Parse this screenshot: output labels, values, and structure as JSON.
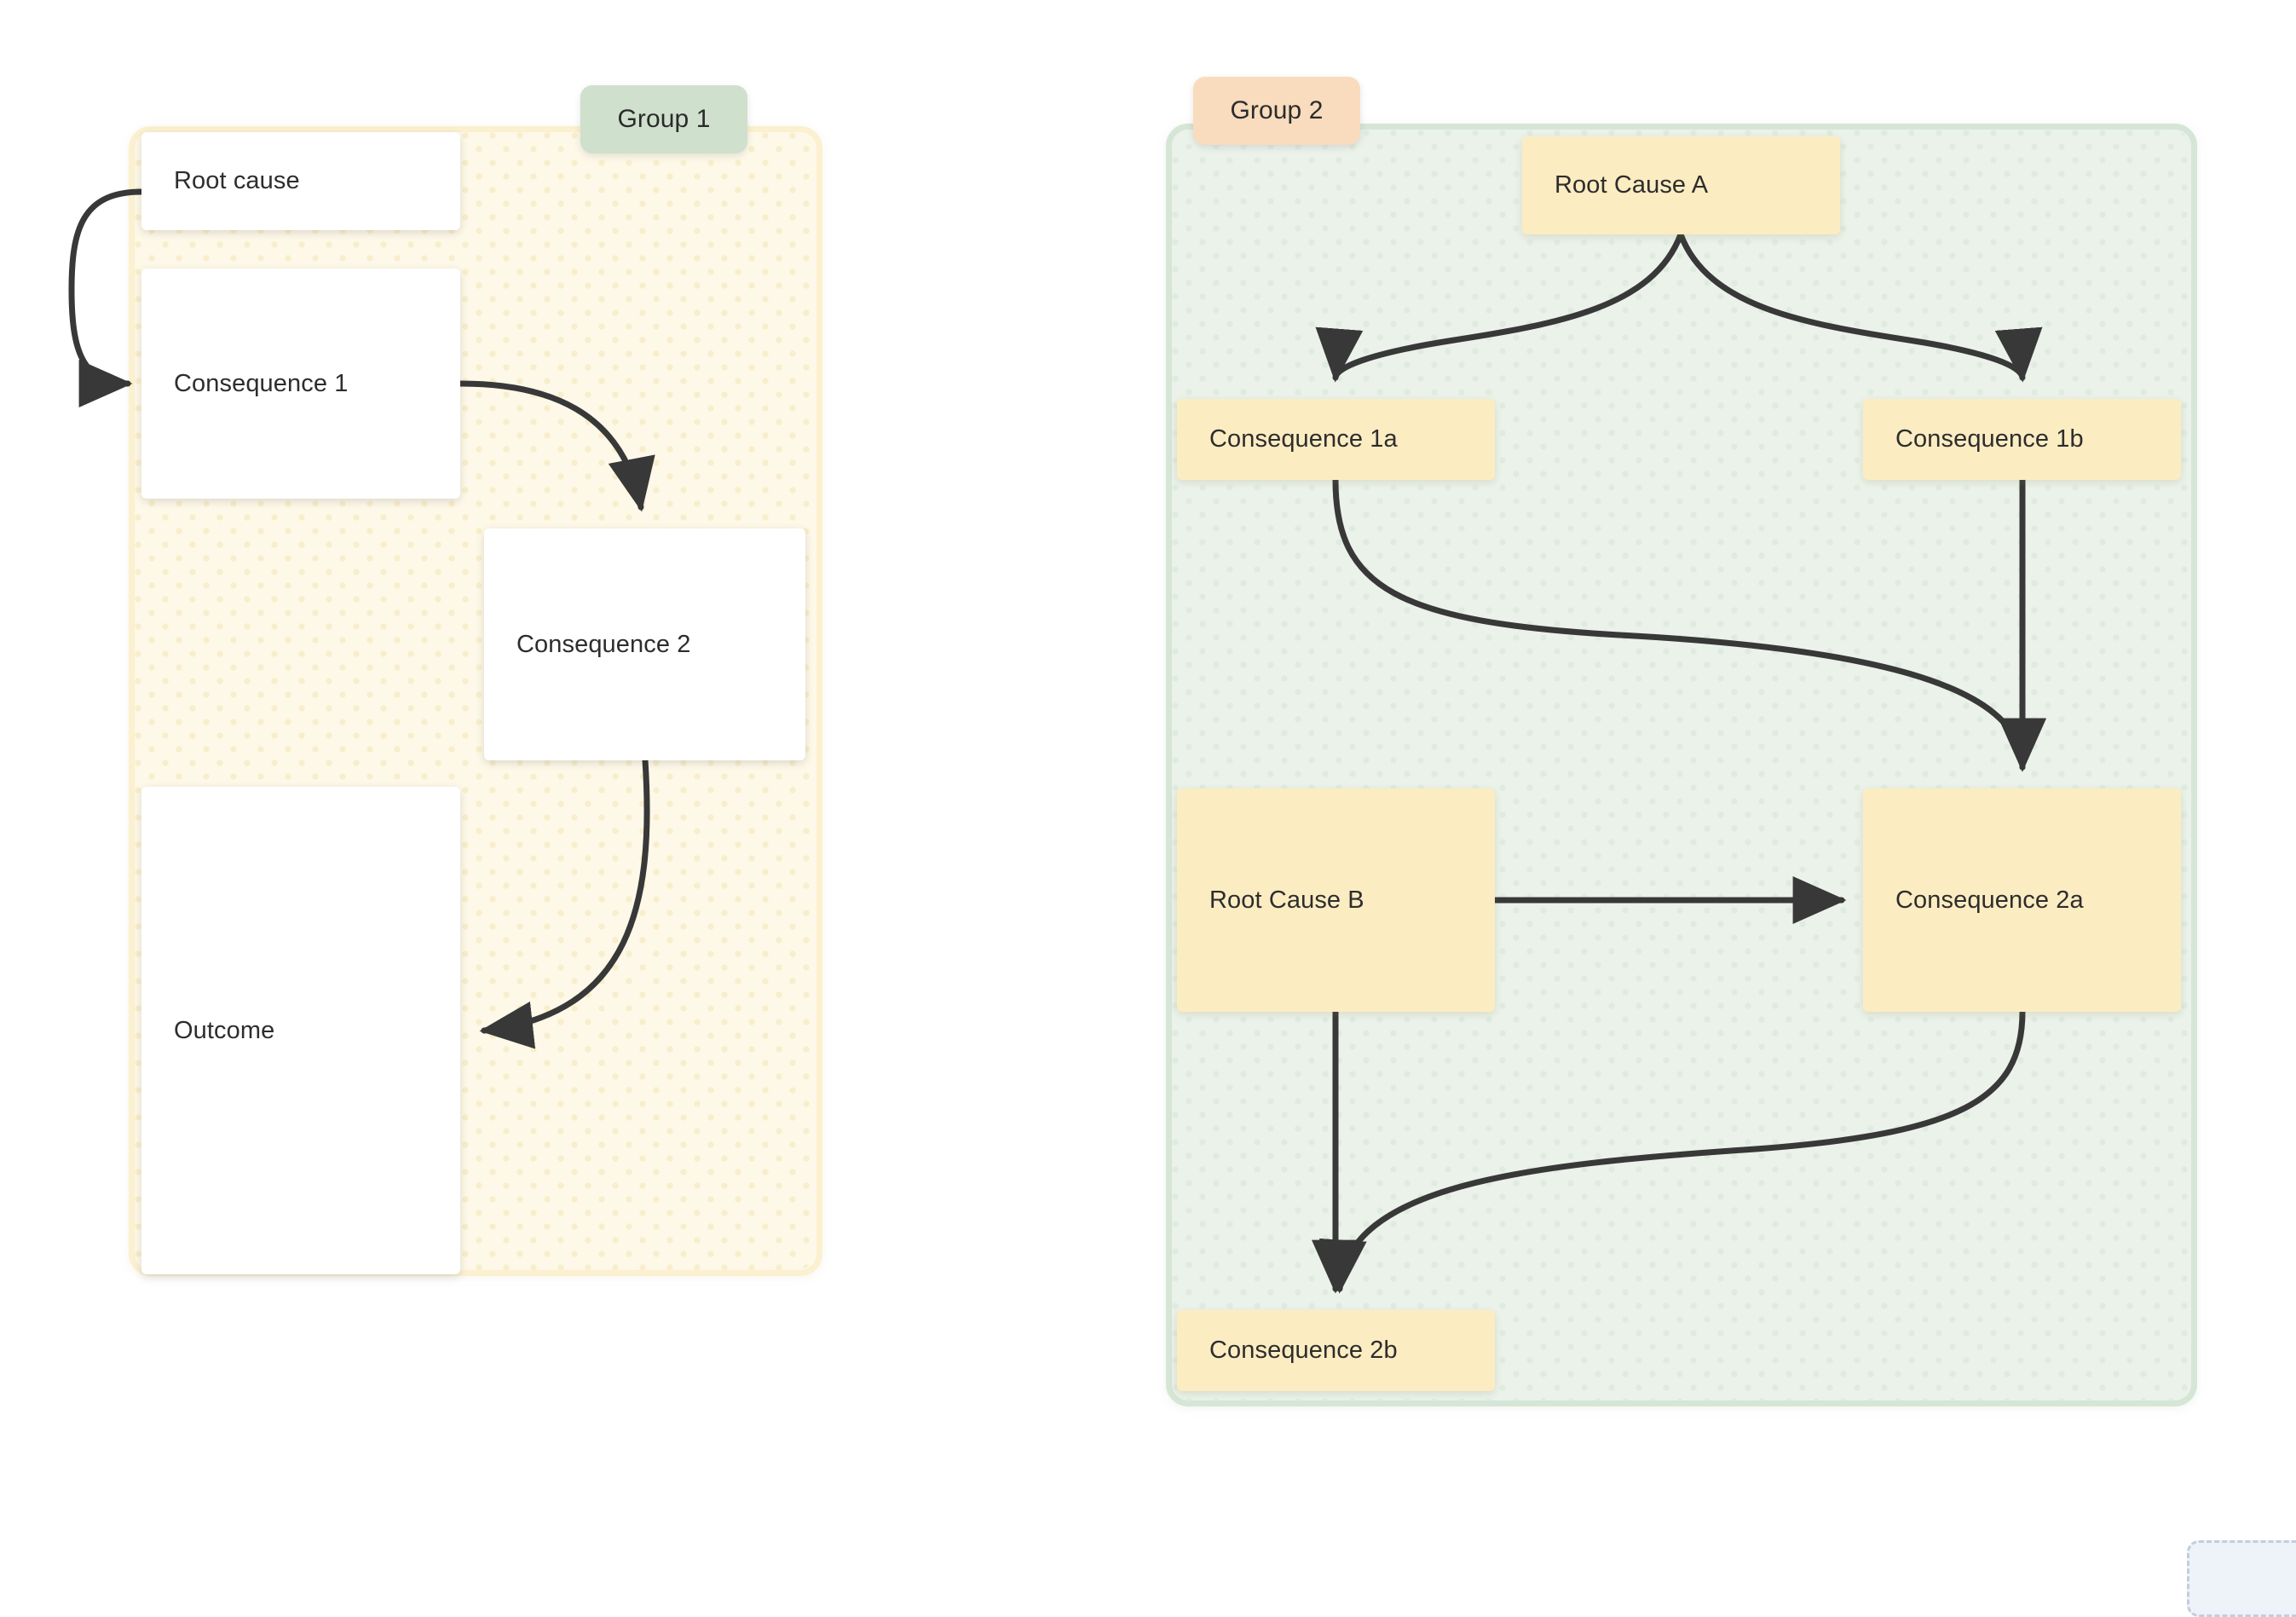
{
  "canvas": {
    "background_color": "#ffffff",
    "edge_color": "#383838",
    "node_text_color": "#2d2d2d"
  },
  "groups": [
    {
      "id": "group1",
      "label": "Group 1",
      "label_color": "#cfe0cd",
      "background_color": "#fdf8e8",
      "border_color": "#fbf0cf"
    },
    {
      "id": "group2",
      "label": "Group 2",
      "label_color": "#f9dcbd",
      "background_color": "#eaf2ea",
      "border_color": "#d6e6d6"
    }
  ],
  "nodes": [
    {
      "id": "root-cause",
      "label": "Root cause",
      "group": "group1",
      "fill": "#ffffff"
    },
    {
      "id": "consequence-1",
      "label": "Consequence 1",
      "group": "group1",
      "fill": "#ffffff"
    },
    {
      "id": "consequence-2",
      "label": "Consequence 2",
      "group": "group1",
      "fill": "#ffffff"
    },
    {
      "id": "outcome",
      "label": "Outcome",
      "group": "group1",
      "fill": "#ffffff"
    },
    {
      "id": "root-cause-a",
      "label": "Root Cause A",
      "group": "group2",
      "fill": "#fcecc2"
    },
    {
      "id": "consequence-1a",
      "label": "Consequence 1a",
      "group": "group2",
      "fill": "#fcecc2"
    },
    {
      "id": "consequence-1b",
      "label": "Consequence 1b",
      "group": "group2",
      "fill": "#fcecc2"
    },
    {
      "id": "root-cause-b",
      "label": "Root Cause B",
      "group": "group2",
      "fill": "#fcecc2"
    },
    {
      "id": "consequence-2a",
      "label": "Consequence 2a",
      "group": "group2",
      "fill": "#fcecc2"
    },
    {
      "id": "consequence-2b",
      "label": "Consequence 2b",
      "group": "group2",
      "fill": "#fcecc2"
    }
  ],
  "edges": [
    {
      "id": "e1",
      "from": "root-cause",
      "to": "consequence-1",
      "style": "curved",
      "arrow": "end"
    },
    {
      "id": "e2",
      "from": "consequence-1",
      "to": "consequence-2",
      "style": "curved",
      "arrow": "end"
    },
    {
      "id": "e3",
      "from": "consequence-2",
      "to": "outcome",
      "style": "curved",
      "arrow": "end"
    },
    {
      "id": "e4",
      "from": "root-cause-a",
      "to": "consequence-1a",
      "style": "curved",
      "arrow": "end"
    },
    {
      "id": "e5",
      "from": "root-cause-a",
      "to": "consequence-1b",
      "style": "curved",
      "arrow": "end"
    },
    {
      "id": "e6",
      "from": "consequence-1a",
      "to": "consequence-2a",
      "style": "curved",
      "arrow": "end"
    },
    {
      "id": "e7",
      "from": "consequence-1b",
      "to": "consequence-2a",
      "style": "straight",
      "arrow": "end"
    },
    {
      "id": "e8",
      "from": "root-cause-b",
      "to": "consequence-2a",
      "style": "straight",
      "arrow": "end"
    },
    {
      "id": "e9",
      "from": "root-cause-b",
      "to": "consequence-2b",
      "style": "straight",
      "arrow": "end"
    },
    {
      "id": "e10",
      "from": "consequence-2a",
      "to": "consequence-2b",
      "style": "curved",
      "arrow": "end"
    }
  ]
}
